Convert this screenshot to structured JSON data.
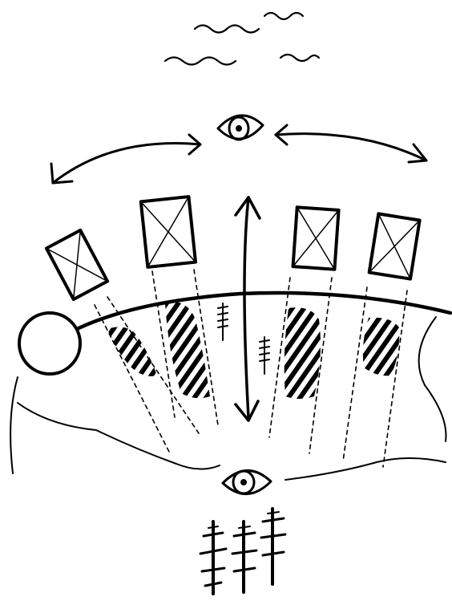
{
  "diagram": {
    "ink_color": "#000000",
    "background_color": "#ffffff",
    "elements": {
      "clouds": "wavy-cloud-lines",
      "eye_top": "eye-icon",
      "eye_bottom": "eye-icon",
      "frames": [
        "framed-picture",
        "framed-picture",
        "framed-picture",
        "framed-picture"
      ],
      "hatched_patches": 4,
      "trees_small": 2,
      "trees_large": 3,
      "arrows": [
        "curved-double-arrow-left",
        "curved-double-arrow-right",
        "vertical-double-arrow"
      ]
    }
  }
}
